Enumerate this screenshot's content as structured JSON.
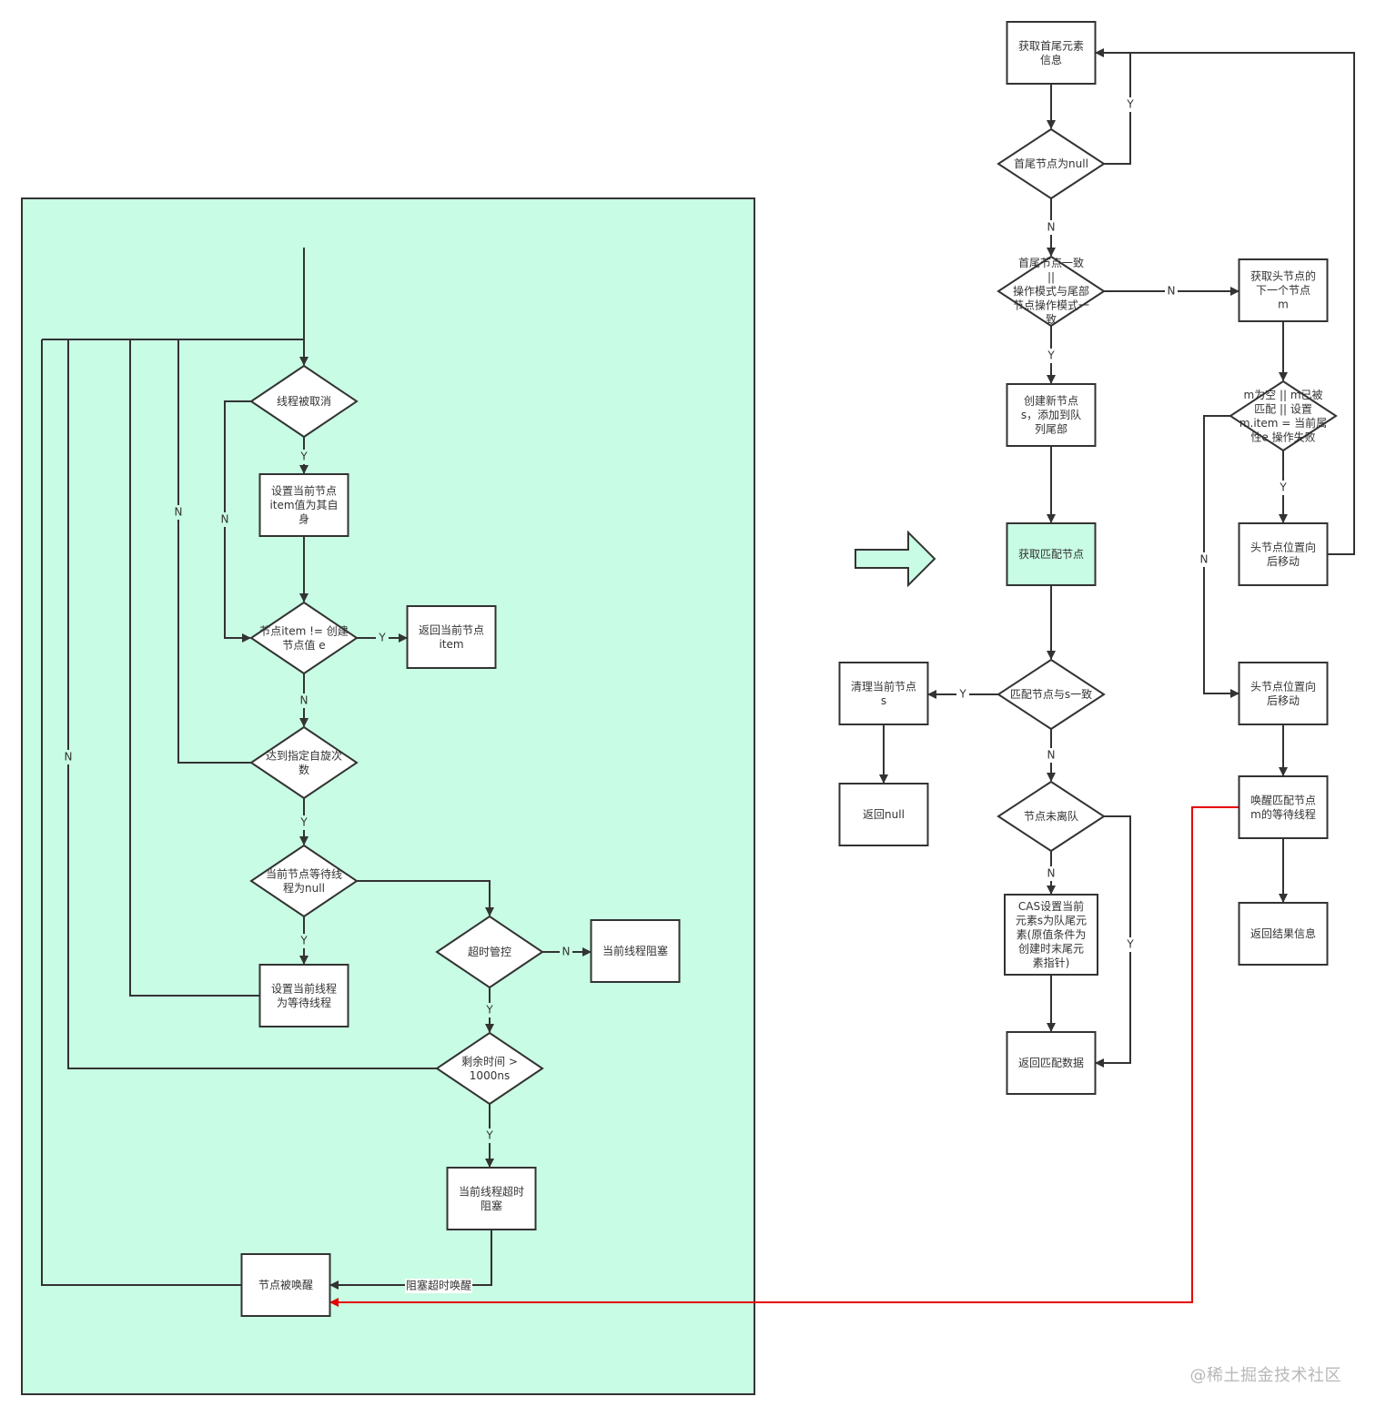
{
  "colors": {
    "container_fill": "#c8fce4",
    "stroke": "#333333",
    "node_fill": "#ffffff",
    "highlight_fill": "#c8fce4",
    "red_edge": "#e60000"
  },
  "watermark": "@稀土掘金技术社区",
  "left_flow": {
    "nodes": {
      "cancelled": "线程被取消",
      "set_item_self": "设置当前节点\nitem值为其自\n身",
      "item_ne_e": "节点item != 创建\n节点值 e",
      "return_item": "返回当前节点\nitem",
      "spin_reached": "达到指定自旋次\n数",
      "waiter_null": "当前节点等待线\n程为null",
      "set_waiter": "设置当前线程\n为等待线程",
      "timed": "超时管控",
      "park": "当前线程阻塞",
      "remaining": "剩余时间 >\n1000ns",
      "park_nanos": "当前线程超时\n阻塞",
      "woken": "节点被唤醒"
    },
    "edge_labels": {
      "cancelled_y": "Y",
      "cancelled_n": "N",
      "item_y": "Y",
      "item_n": "N",
      "spin_n": "N",
      "spin_y": "Y",
      "waiter_y": "Y",
      "timed_n": "N",
      "timed_y": "Y",
      "remaining_n": "N",
      "remaining_y": "Y",
      "timeout_wake": "阻塞超时唤醒"
    }
  },
  "right_flow": {
    "nodes": {
      "get_head_tail": "获取首尾元素\n信息",
      "ht_null": "首尾节点为null",
      "same_mode": "首尾节点一致\n||\n操作模式与尾部\n节点操作模式一\n致",
      "create_s": "创建新节点\ns，添加到队\n列尾部",
      "await_match": "获取匹配节点",
      "match_is_s": "匹配节点与s一致",
      "clean_s": "清理当前节点\ns",
      "return_null": "返回null",
      "not_off_list": "节点未离队",
      "cas_tail": "CAS设置当前\n元素s为队尾元\n素(原值条件为\n创建时末尾元\n素指针)",
      "return_match": "返回匹配数据",
      "get_next_m": "获取头节点的\n下一个节点\nm",
      "m_check": "m为空 || m已被\n匹配 || 设置\nm.item = 当前属\n性e 操作失败",
      "advance_head_1": "头节点位置向\n后移动",
      "advance_head_2": "头节点位置向\n后移动",
      "unpark_m": "唤醒匹配节点\nm的等待线程",
      "return_result": "返回结果信息"
    },
    "edge_labels": {
      "null_y": "Y",
      "null_n": "N",
      "mode_n": "N",
      "mode_y": "Y",
      "match_y": "Y",
      "match_n": "N",
      "offlist_n": "N",
      "offlist_y": "Y",
      "mcheck_y": "Y",
      "mcheck_n": "N"
    }
  }
}
